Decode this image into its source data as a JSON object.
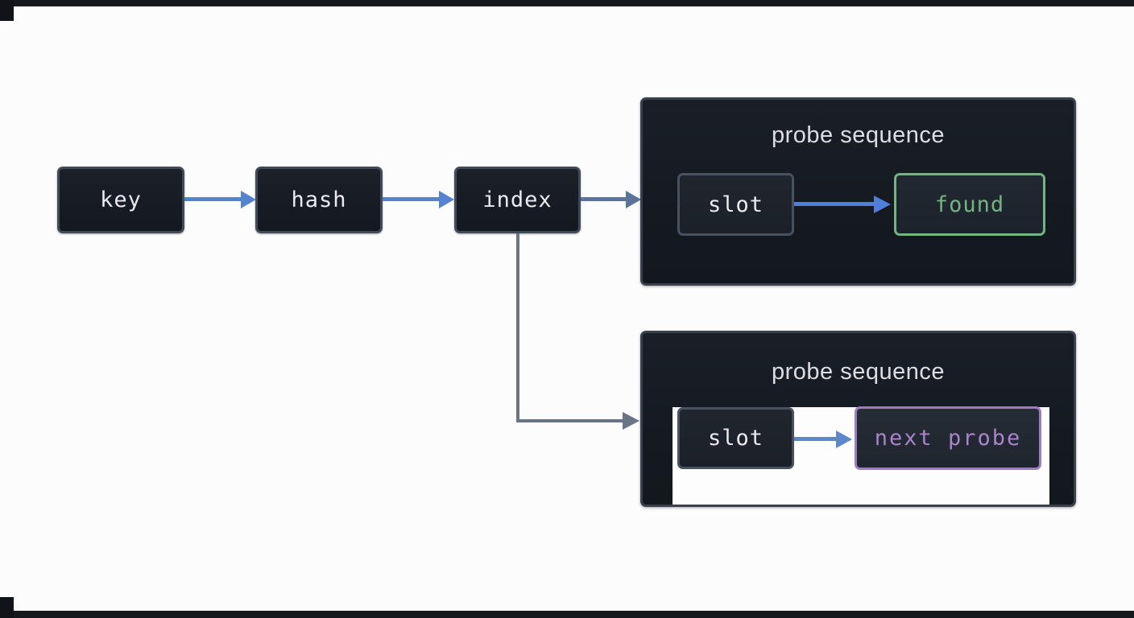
{
  "diagram": {
    "kind": "hash-table-probe-sequence-flow",
    "flow_nodes": [
      {
        "id": "key",
        "label": "key"
      },
      {
        "id": "hash",
        "label": "hash"
      },
      {
        "id": "index",
        "label": "index"
      }
    ],
    "panels": [
      {
        "id": "probe-sequence-found",
        "title": "probe sequence",
        "slot_label": "slot",
        "outcome_label": "found",
        "outcome_color": "#74b383"
      },
      {
        "id": "probe-sequence-next",
        "title": "probe sequence",
        "slot_label": "slot",
        "outcome_label": "next probe",
        "outcome_color": "#a983cb"
      }
    ],
    "colors": {
      "canvas_background": "#fcfcfc",
      "node_fill": "#171b23",
      "node_border": "#414a58",
      "panel_fill": "#151a21",
      "panel_border": "#3a414c",
      "label_text": "#e9ebee",
      "title_text": "#dcdee1",
      "arrow_blue": "#5583d2",
      "arrow_bright_blue": "#4f7edb",
      "arrow_gray": "#6b7487",
      "found_green": "#76b284",
      "next_probe_purple": "#9e7cc2"
    }
  }
}
